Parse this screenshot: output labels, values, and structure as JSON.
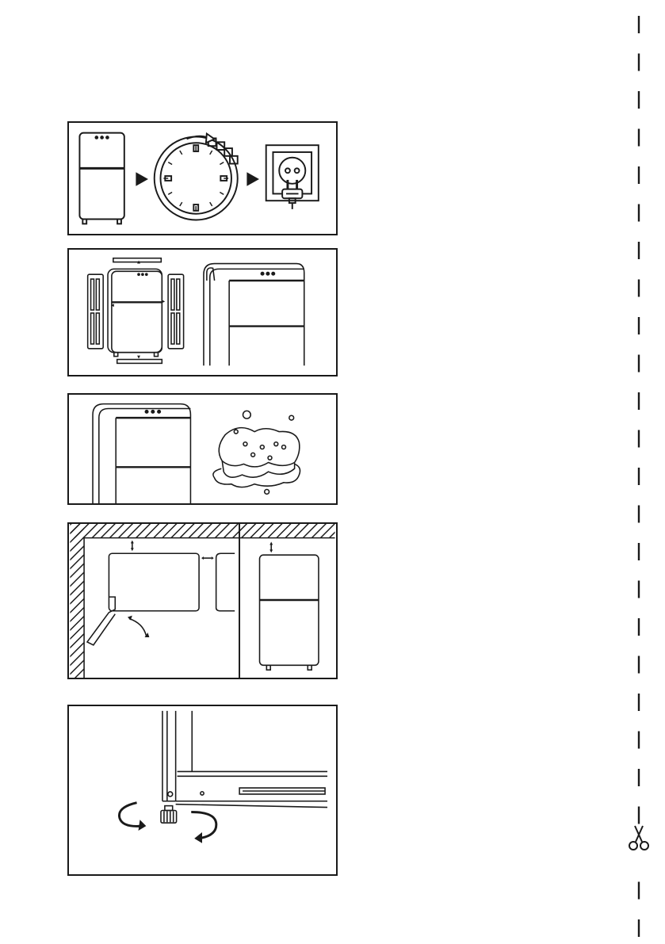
{
  "document": {
    "panels": [
      {
        "id": "before-first-use",
        "illustrations": [
          "appliance-front",
          "wait-clock",
          "wall-socket-plug"
        ]
      },
      {
        "id": "packaging-removal",
        "illustrations": [
          "exploded-appliance-with-protectors",
          "appliance-top-view"
        ]
      },
      {
        "id": "cleaning",
        "illustrations": [
          "appliance-top-view",
          "soapy-sponge"
        ]
      },
      {
        "id": "installation-clearances",
        "illustrations": [
          "top-view-door-swing",
          "front-view-clearance"
        ]
      },
      {
        "id": "leveling-feet",
        "illustrations": [
          "adjustable-foot-rotation"
        ]
      }
    ],
    "cut_line": {
      "icon": "scissors-icon"
    }
  }
}
